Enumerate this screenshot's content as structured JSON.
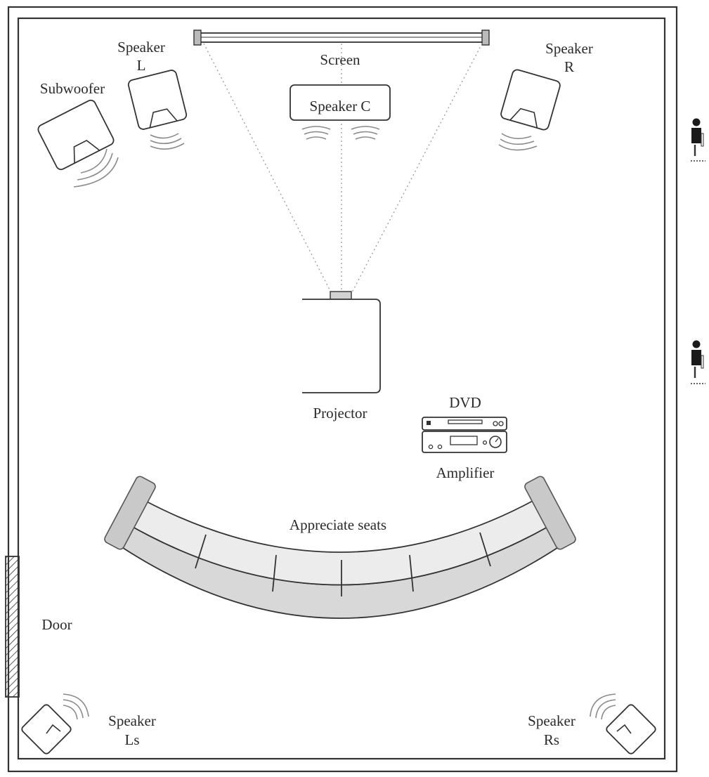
{
  "labels": {
    "screen": "Screen",
    "speaker_l_1": "Speaker",
    "speaker_l_2": "L",
    "speaker_r_1": "Speaker",
    "speaker_r_2": "R",
    "speaker_c": "Speaker C",
    "subwoofer": "Subwoofer",
    "projector": "Projector",
    "dvd": "DVD",
    "amplifier": "Amplifier",
    "seats": "Appreciate seats",
    "door": "Door",
    "speaker_ls_1": "Speaker",
    "speaker_ls_2": "Ls",
    "speaker_rs_1": "Speaker",
    "speaker_rs_2": "Rs"
  },
  "icons": {
    "wall_person": "person-at-wall-icon",
    "sound_waves": "sound-wave-icon"
  },
  "colors": {
    "line": "#333333",
    "seat_fill": "#ececec",
    "sofa_fill": "#d8d8d8",
    "waves": "#8a8a8a"
  }
}
